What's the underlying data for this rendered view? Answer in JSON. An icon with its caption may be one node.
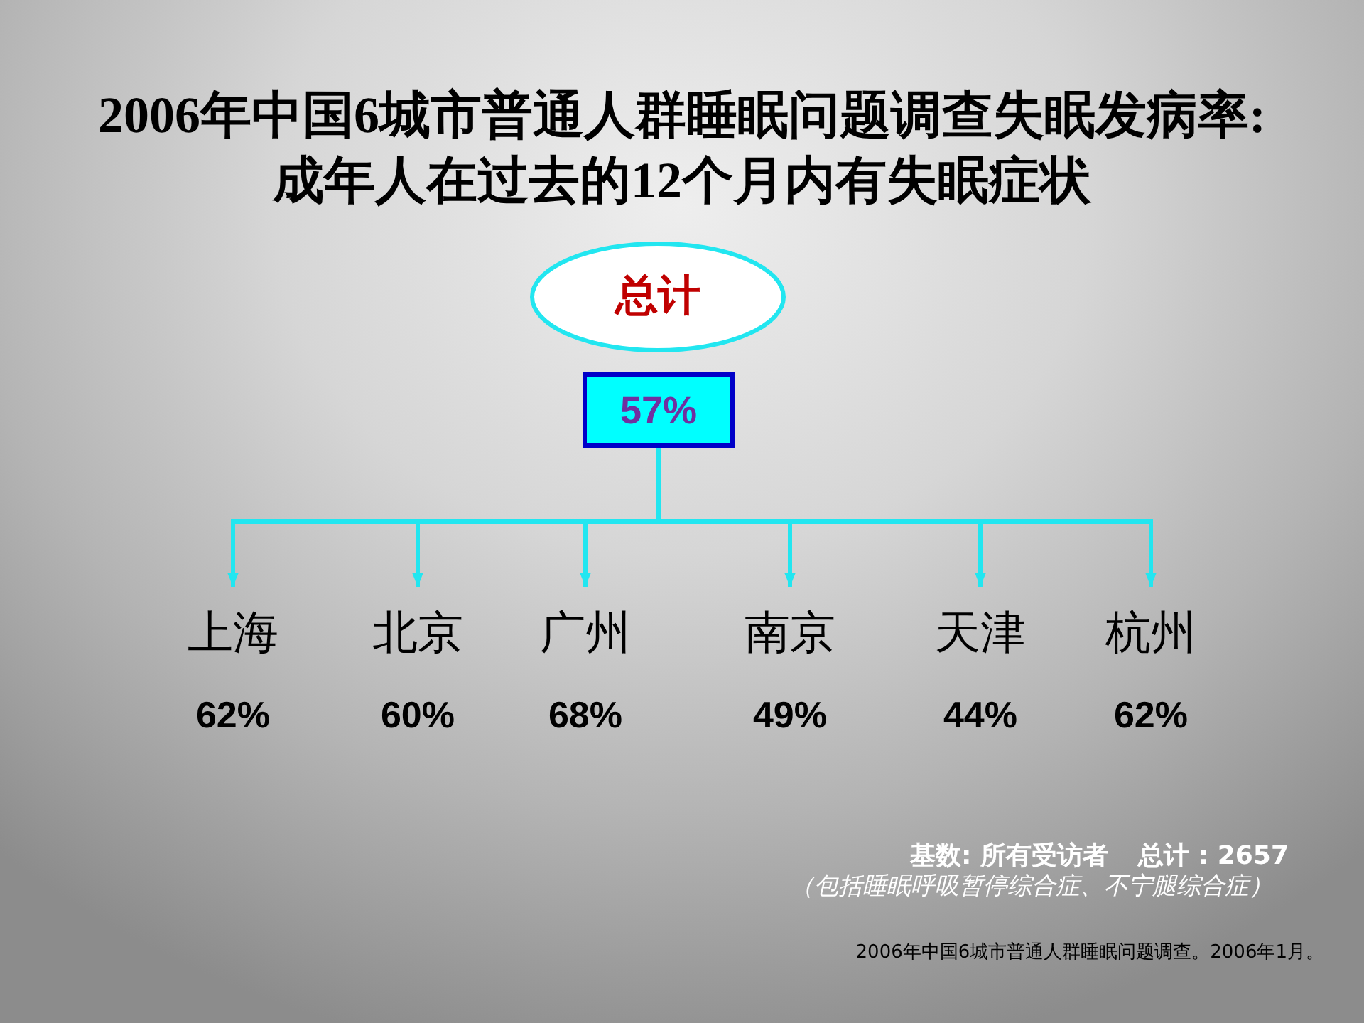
{
  "diagram": {
    "title": "2006年中国6城市普通人群睡眠问题调查失眠发病率:成年人在过去的12个月内有失眠症状",
    "nodes": [
      {
        "text": [
          "总计"
        ]
      },
      {
        "text": [
          "57%"
        ]
      },
      {
        "text": [
          "上海",
          "62%"
        ]
      },
      {
        "text": [
          "北京",
          "60%"
        ]
      },
      {
        "text": [
          "广州",
          "68%"
        ]
      },
      {
        "text": [
          "南京",
          "49%"
        ]
      },
      {
        "text": [
          "天津",
          "44%"
        ]
      },
      {
        "text": [
          "杭州",
          "62%"
        ]
      }
    ],
    "edges": [
      {
        "from": 1,
        "to": 2,
        "arrow": "to"
      },
      {
        "from": 1,
        "to": 3,
        "arrow": "to"
      },
      {
        "from": 1,
        "to": 4,
        "arrow": "to"
      },
      {
        "from": 1,
        "to": 5,
        "arrow": "to"
      },
      {
        "from": 1,
        "to": 6,
        "arrow": "to"
      },
      {
        "from": 1,
        "to": 7,
        "arrow": "to"
      }
    ],
    "labels": [
      "基数: 所有受访者",
      "总计 : 2657",
      "（包括睡眠呼吸暂停综合症、不宁腿综合症）",
      "2006年中国6城市普通人群睡眠问题调查。2006年1月。"
    ]
  }
}
